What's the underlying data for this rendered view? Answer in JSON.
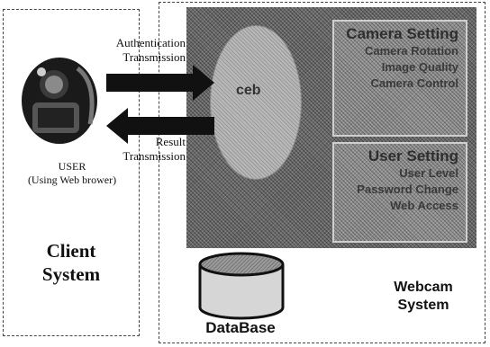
{
  "client": {
    "title_line1": "Client",
    "title_line2": "System",
    "user_line1": "USER",
    "user_line2": "(Using Web brower)"
  },
  "arrows": {
    "auth_line1": "Authentication",
    "auth_line2": "Transmission",
    "result_line1": "Result",
    "result_line2": "Transmission"
  },
  "server": {
    "ellipse_label": "ceb"
  },
  "camera_setting": {
    "title": "Camera Setting",
    "items": [
      "Camera Rotation",
      "Image Quality",
      "Camera Control"
    ]
  },
  "user_setting": {
    "title": "User Setting",
    "items": [
      "User Level",
      "Password Change",
      "Web Access"
    ]
  },
  "webcam": {
    "title_line1": "Webcam",
    "title_line2": "System"
  },
  "database": {
    "label": "DataBase"
  }
}
